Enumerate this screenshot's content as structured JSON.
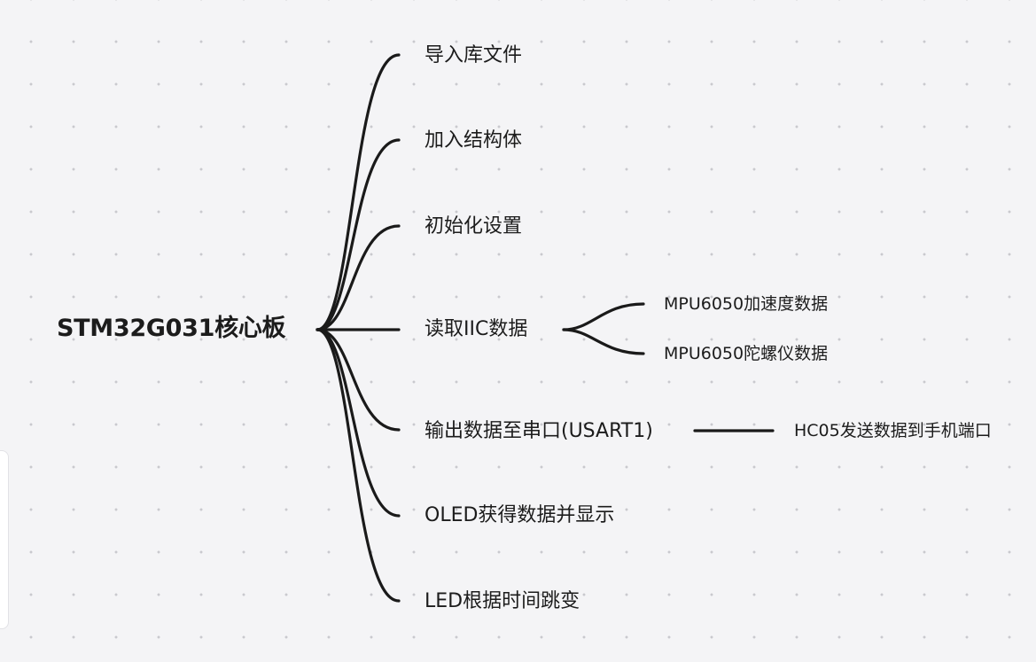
{
  "mindmap": {
    "root": {
      "label": "STM32G031核心板"
    },
    "branches": [
      {
        "label": "导入库文件"
      },
      {
        "label": "加入结构体"
      },
      {
        "label": "初始化设置"
      },
      {
        "label": "读取IIC数据",
        "children": [
          "MPU6050加速度数据",
          "MPU6050陀螺仪数据"
        ]
      },
      {
        "label": "输出数据至串口(USART1)",
        "children": [
          "HC05发送数据到手机端口"
        ]
      },
      {
        "label": "OLED获得数据并显示"
      },
      {
        "label": "LED根据时间跳变"
      }
    ]
  },
  "colors": {
    "background": "#f4f4f6",
    "grid_dot": "#c9c9ce",
    "edge": "#1a1a1a",
    "text": "#1c1c1c"
  }
}
